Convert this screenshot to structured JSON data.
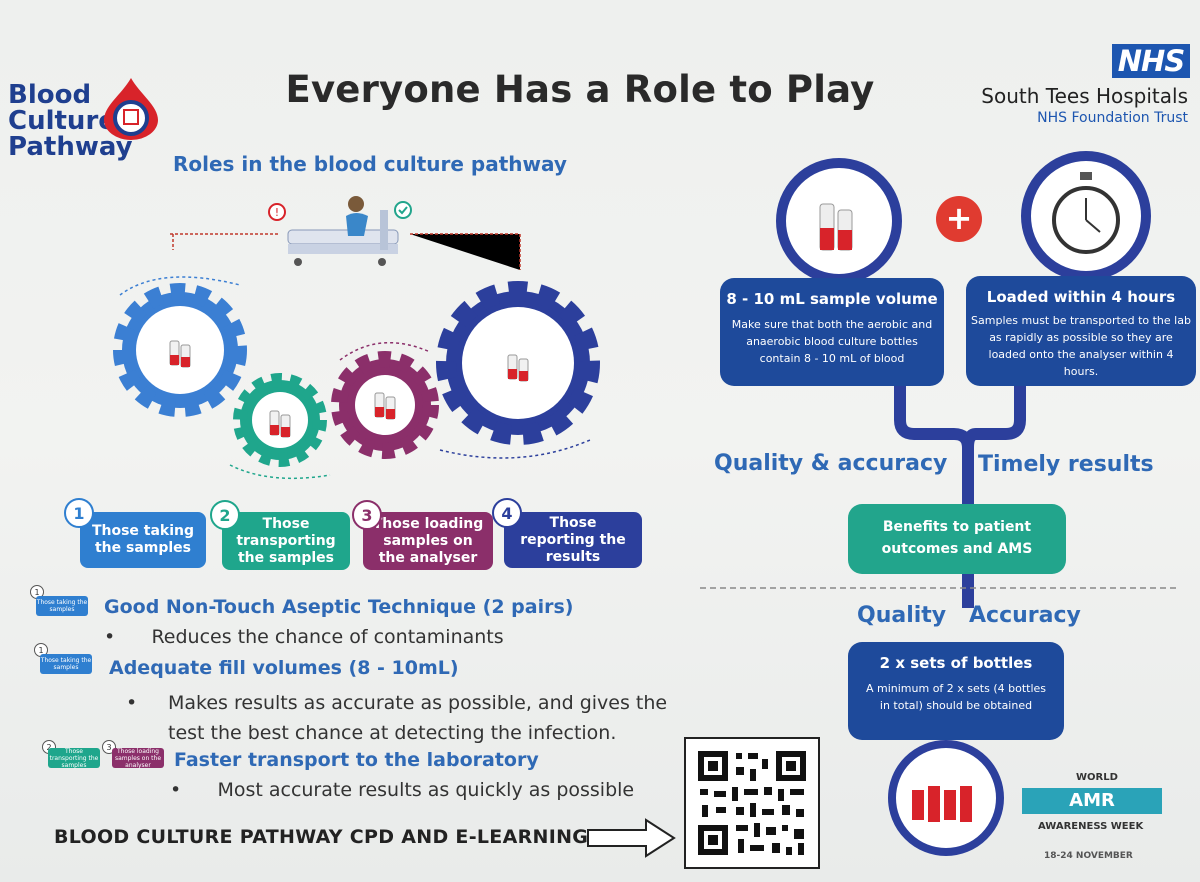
{
  "title": "Everyone Has a Role to Play",
  "logo": {
    "line1": "Blood",
    "line2": "Culture",
    "line3": "Pathway"
  },
  "nhs": {
    "badge": "NHS",
    "name": "South Tees Hospitals",
    "sub": "NHS Foundation Trust"
  },
  "subtitle": "Roles in the blood culture pathway",
  "roles": [
    {
      "num": "1",
      "label": "Those taking the samples",
      "color": "#2f7fd0"
    },
    {
      "num": "2",
      "label": "Those transporting the samples",
      "color": "#1fa68c"
    },
    {
      "num": "3",
      "label": "Those loading samples on the analyser",
      "color": "#8b2f6a"
    },
    {
      "num": "4",
      "label": "Those reporting the results",
      "color": "#2c3f9c"
    }
  ],
  "points": [
    {
      "heading": "Good Non-Touch Aseptic Technique (2 pairs)",
      "bullet": "Reduces the chance of contaminants",
      "tag": "Those taking the samples",
      "tagnum": "1"
    },
    {
      "heading": "Adequate fill volumes (8 - 10mL)",
      "bullet": "Makes results as accurate as possible, and gives the test the best chance at detecting the infection.",
      "tag": "Those taking the samples",
      "tagnum": "1"
    },
    {
      "heading": "Faster transport to the laboratory",
      "bullet": "Most accurate results as quickly as possible",
      "tag2a": "Those transporting the samples",
      "tag2b": "Those loading samples on the analyser",
      "tagnum2a": "2",
      "tagnum2b": "3"
    }
  ],
  "cpd": "BLOOD CULTURE PATHWAY CPD AND E-LEARNING",
  "right": {
    "plus": "+",
    "vol_head": "8 - 10 mL sample volume",
    "vol_body": "Make sure that both the aerobic and anaerobic blood culture bottles contain 8 - 10 mL of blood",
    "time_head": "Loaded within 4 hours",
    "time_body": "Samples must be transported to the lab as rapidly as possible so they are loaded onto the analyser within 4 hours.",
    "quality_accuracy": "Quality & accuracy",
    "timely": "Timely results",
    "benefits": "Benefits to patient outcomes and AMS",
    "quality": "Quality",
    "accuracy": "Accuracy",
    "sets_head": "2 x sets of bottles",
    "sets_body": "A minimum of 2 x sets (4 bottles in total) should be obtained"
  },
  "amr": {
    "world": "WORLD",
    "amr": "AMR",
    "week": "AWARENESS WEEK",
    "dates": "18-24 NOVEMBER"
  },
  "colors": {
    "blue": "#2f7fd0",
    "teal": "#1fa68c",
    "plum": "#8b2f6a",
    "navy": "#2c3f9c",
    "dark": "#1e4a9b"
  }
}
